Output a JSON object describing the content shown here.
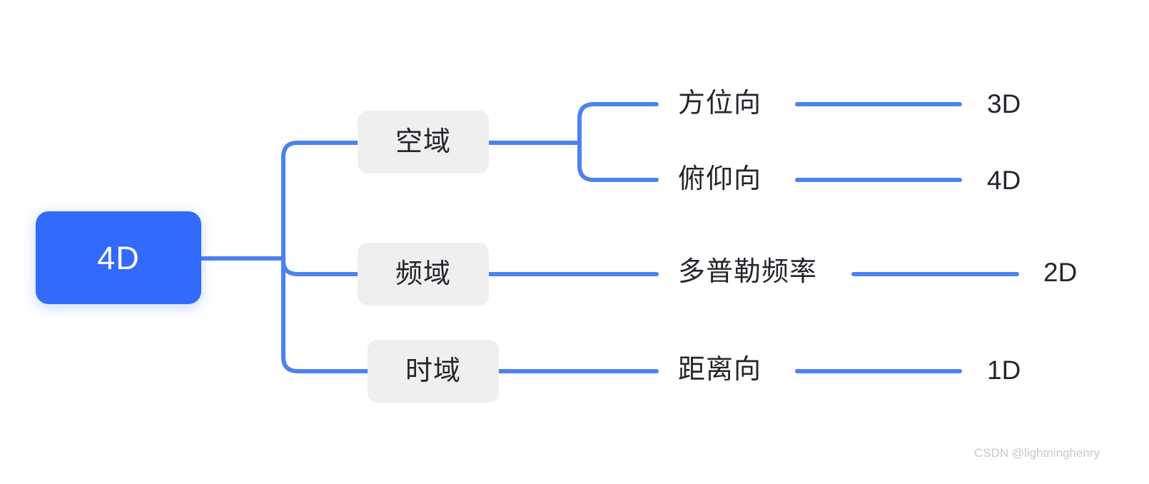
{
  "diagram": {
    "type": "mind-map",
    "title": "4D",
    "accent_color": "#4b82f0",
    "root_color": "#326bfb",
    "node_color": "#efefef",
    "text_color": "#23262b",
    "background": "#ffffff",
    "root": {
      "label": "4D"
    },
    "branches": [
      {
        "label": "空域",
        "leaves": [
          {
            "label": "方位向",
            "dimension": "3D"
          },
          {
            "label": "俯仰向",
            "dimension": "4D"
          }
        ]
      },
      {
        "label": "频域",
        "leaves": [
          {
            "label": "多普勒频率",
            "dimension": "2D"
          }
        ]
      },
      {
        "label": "时域",
        "leaves": [
          {
            "label": "距离向",
            "dimension": "1D"
          }
        ]
      }
    ]
  },
  "watermark": {
    "text": "CSDN @lightninghenry"
  }
}
